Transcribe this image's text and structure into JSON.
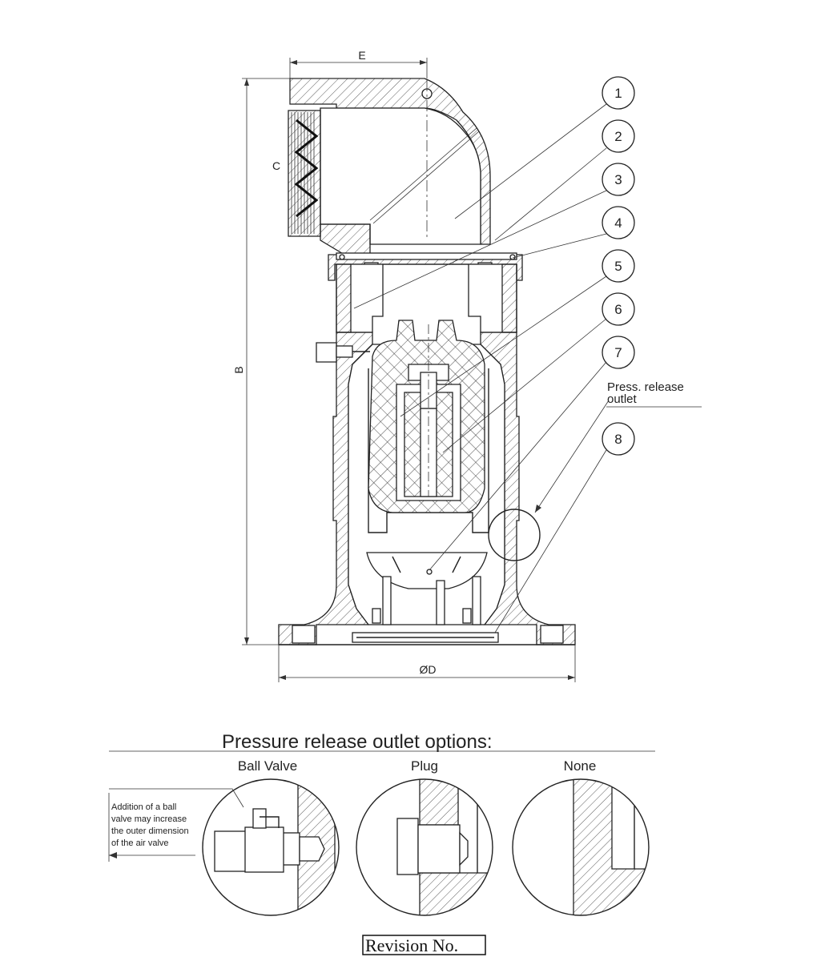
{
  "dimensions": {
    "e": "E",
    "c": "C",
    "b": "B",
    "d": "ØD"
  },
  "balloons": [
    "1",
    "2",
    "3",
    "4",
    "5",
    "6",
    "7",
    "8"
  ],
  "release_label": {
    "line1": "Press. release",
    "line2": "outlet"
  },
  "options": {
    "title": "Pressure release outlet options:",
    "ball_valve": "Ball Valve",
    "plug": "Plug",
    "none": "None",
    "note_lines": [
      "Addition of a ball",
      "valve may increase",
      "the outer dimension",
      "of the air valve"
    ]
  },
  "revision": "Revision No."
}
